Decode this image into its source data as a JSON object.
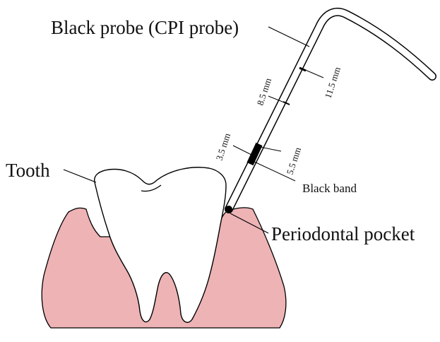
{
  "labels": {
    "probe": "Black probe (CPI probe)",
    "tooth": "Tooth",
    "band": "Black band",
    "pocket": "Periodontal pocket",
    "mm35": "3.5 mm",
    "mm55": "5.5 mm",
    "mm85": "8.5 mm",
    "mm115": "11.5 mm"
  },
  "colors": {
    "gum": "#eeb3b5",
    "outline": "#000000",
    "tooth": "#ffffff",
    "band": "#000000"
  }
}
